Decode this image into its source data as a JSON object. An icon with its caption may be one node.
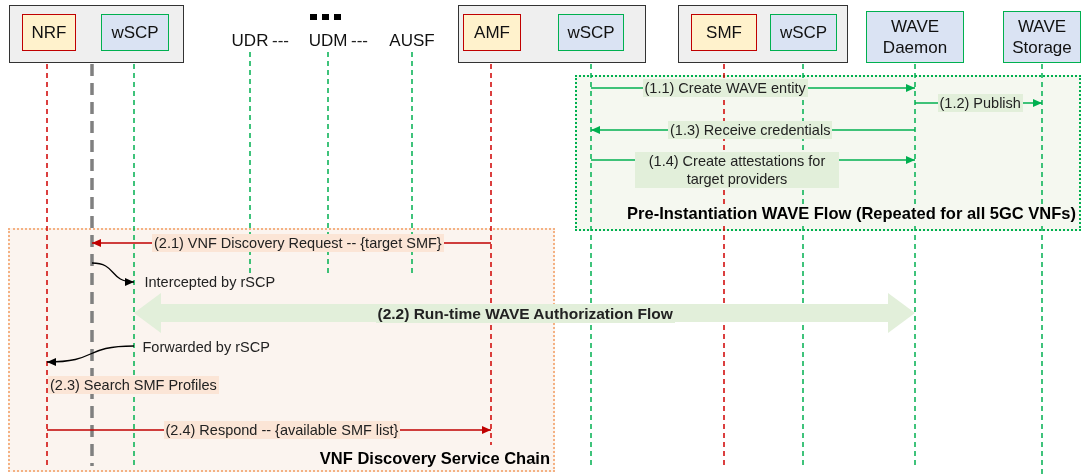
{
  "diagram": {
    "nodes": [
      {
        "text": [],
        "shape": "box"
      },
      {
        "text": [
          "NRF"
        ],
        "in": 0
      },
      {
        "text": [
          "wSCP"
        ],
        "in": 0
      },
      {
        "text": [
          "UDR"
        ]
      },
      {
        "text": [
          "UDM"
        ]
      },
      {
        "text": [
          "AUSF"
        ]
      },
      {
        "text": [],
        "shape": "box"
      },
      {
        "text": [
          "AMF"
        ],
        "in": 6
      },
      {
        "text": [
          "wSCP"
        ],
        "in": 6
      },
      {
        "text": [],
        "shape": "box"
      },
      {
        "text": [
          "SMF"
        ],
        "in": 9
      },
      {
        "text": [
          "wSCP"
        ],
        "in": 9
      },
      {
        "text": [
          "WAVE Daemon"
        ]
      },
      {
        "text": [
          "WAVE Storage"
        ]
      },
      {
        "text": [
          "Pre-Instantiation WAVE Flow (Repeated for all 5GC VNFs)"
        ]
      },
      {
        "text": [
          "VNF Discovery Service Chain"
        ]
      },
      {
        "text": [],
        "shape": "line"
      },
      {
        "text": [],
        "shape": "line"
      },
      {
        "text": [],
        "shape": "line"
      },
      {
        "text": [],
        "shape": "line"
      },
      {
        "text": [],
        "shape": "line"
      },
      {
        "text": [],
        "shape": "line"
      },
      {
        "text": [],
        "shape": "line"
      },
      {
        "text": [],
        "shape": "line"
      },
      {
        "text": [],
        "shape": "line"
      },
      {
        "text": [],
        "shape": "line"
      },
      {
        "text": [],
        "shape": "line"
      },
      {
        "text": [],
        "shape": "line"
      }
    ],
    "edges": [
      {
        "from": 23,
        "to": 26,
        "arrow": "to",
        "label": "(1.1) Create WAVE entity"
      },
      {
        "from": 26,
        "to": 27,
        "arrow": "to",
        "label": "(1.2) Publish"
      },
      {
        "from": 26,
        "to": 23,
        "arrow": "to",
        "label": "(1.3) Receive credentials"
      },
      {
        "from": 23,
        "to": 26,
        "arrow": "to",
        "label": "(1.4) Create attestations for target providers"
      },
      {
        "from": 22,
        "to": 17,
        "arrow": "to",
        "label": "(2.1) VNF Discovery Request -- {target SMF}",
        "color": "#c00000"
      },
      {
        "from": 17,
        "to": 18,
        "arrow": "to",
        "label": "Intercepted by rSCP",
        "color": "#000000"
      },
      {
        "from": 18,
        "to": 26,
        "arrow": "both",
        "label": "(2.2) Run-time WAVE Authorization Flow",
        "style": "thick",
        "color": "#e2efda"
      },
      {
        "from": 18,
        "to": 16,
        "arrow": "to",
        "label": "Forwarded by rSCP",
        "color": "#000000"
      },
      {
        "from": 16,
        "to": 22,
        "arrow": "to",
        "label": "(2.4) Respond -- {available SMF list}",
        "color": "#c00000"
      }
    ],
    "labels": [
      "---",
      "---",
      "(2.3) Search SMF Profiles"
    ]
  }
}
